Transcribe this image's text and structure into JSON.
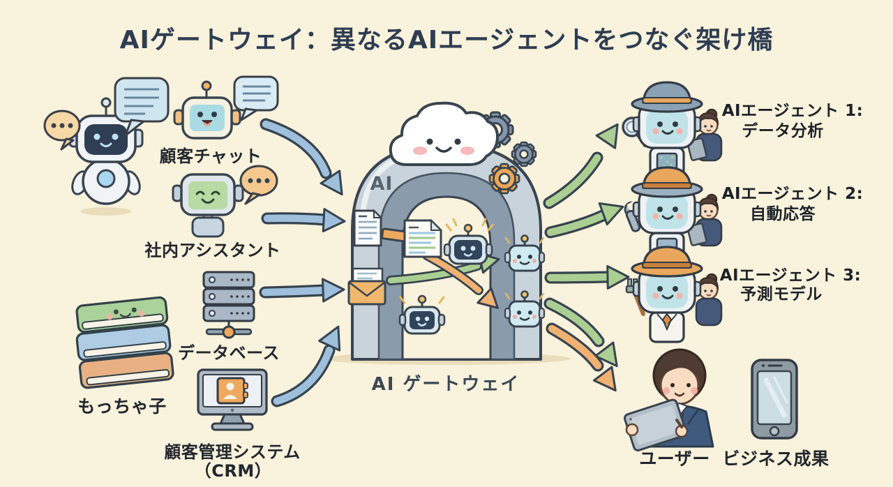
{
  "title": "AIゲートウェイ：異なるAIエージェントをつなぐ架け橋",
  "sources": {
    "customer_chat": "顧客チャット",
    "internal_assistant": "社内アシスタント",
    "database": "データベース",
    "books": "もっちゃ子",
    "crm_line1": "顧客管理システム",
    "crm_line2": "（CRM）"
  },
  "gateway": {
    "arch_text": "AI",
    "label": "AI ゲートウェイ"
  },
  "agents": [
    {
      "line1": "AIエージェント 1:",
      "line2": "データ分析"
    },
    {
      "line1": "AIエージェント 2:",
      "line2": "自動応答"
    },
    {
      "line1": "AIエージェント 3:",
      "line2": "予測モデル"
    }
  ],
  "outputs": {
    "user": "ユーザー",
    "business": "ビジネス成果"
  },
  "colors": {
    "background": "#f9f2dc",
    "title_text": "#2e3d52",
    "label_text": "#22272e",
    "input_arrow": "#9ec0dd",
    "output_arrow": "#abcf92",
    "alt_arrow": "#f0b273",
    "arch_outer": "#c9d3dc",
    "arch_inner": "#8a9bac",
    "gear_blue": "#8396ab",
    "gear_orange": "#eba758"
  }
}
